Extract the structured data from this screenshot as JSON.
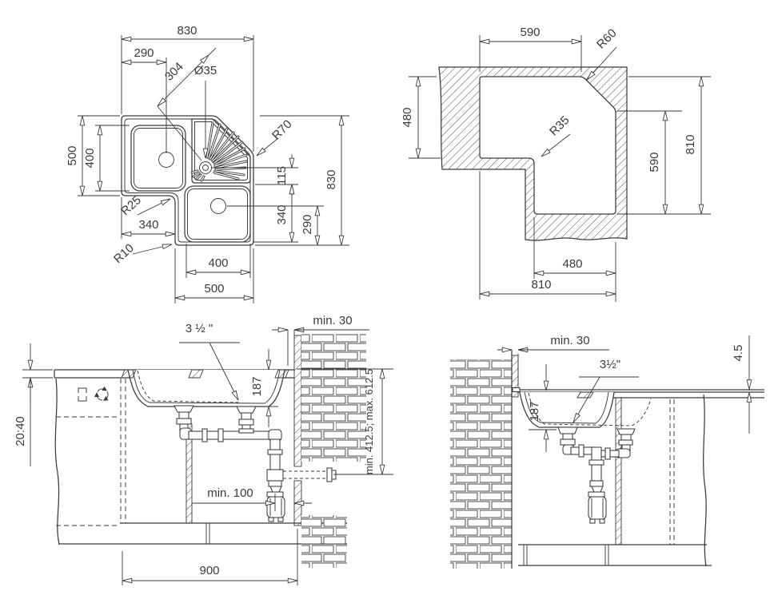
{
  "page": {
    "background": "#ffffff",
    "line_color": "#3a3a3a"
  },
  "views": {
    "plan": {
      "dims": {
        "overall_width": "830",
        "drain_offset_top": "290",
        "diagonal": "304",
        "drain_diameter": "Ø35",
        "corner_radius": "R70",
        "left_depth": "500",
        "left_bowl_width": "400",
        "hub_spacing": "115",
        "overall_height": "830",
        "bowl_length": "340",
        "drain_offset_right": "290",
        "inner_radius": "R25",
        "notch_width": "340",
        "outer_radius": "R10",
        "bowl_width": "400",
        "arm_width": "500"
      }
    },
    "cutout": {
      "dims": {
        "top_width": "590",
        "corner_radius": "R60",
        "left_depth": "480",
        "inner_radius": "R35",
        "inner_height": "590",
        "overall_height": "810",
        "inner_width": "480",
        "overall_width": "810"
      }
    },
    "front_section": {
      "symbols": [
        "door-panel-icon",
        "rotation-arrows-icon"
      ],
      "dims": {
        "wall_clearance": "min. 30",
        "drain_size": "3 ½ \"",
        "bowl_depth": "187",
        "drain_height_range": "min. 412.5; max. 612.5",
        "worktop_thickness": "20:40",
        "outlet_clearance": "min. 100",
        "base_width": "900"
      }
    },
    "side_section": {
      "dims": {
        "wall_clearance": "min. 30",
        "rim_height": "4.5",
        "drain_size": "3½\"",
        "bowl_depth": "187"
      }
    }
  }
}
